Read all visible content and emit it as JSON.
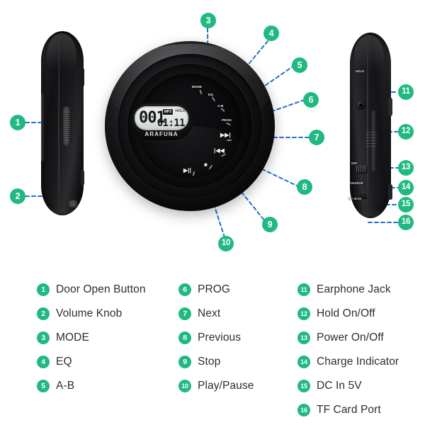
{
  "product": {
    "brand": "ARAFUNA",
    "type": "portable-cd-player-diagram"
  },
  "colors": {
    "badge_green": "#20b981",
    "leader_blue": "#1f6fd0",
    "legend_text": "#2e2e2e",
    "background": "#ffffff"
  },
  "display": {
    "track_number": "001",
    "time": "01:11",
    "mp3_indicator": "MP3",
    "hold_indicator": "HOLD",
    "brand_label": "ARAFUNA"
  },
  "face_buttons": [
    {
      "key": "mode",
      "label": "MODE"
    },
    {
      "key": "eq",
      "label": "EQ"
    },
    {
      "key": "ab",
      "label": "A-B"
    },
    {
      "key": "prog",
      "label": "PROG"
    },
    {
      "key": "next",
      "label": "▶▶|"
    },
    {
      "key": "previous",
      "label": "|◀◀"
    },
    {
      "key": "stop",
      "label": "■"
    },
    {
      "key": "play_pause",
      "label": "▶||"
    }
  ],
  "side_labels": {
    "hold_switch": "HOLD",
    "power_switch": "OFF",
    "charge": "CHARGE",
    "dc_in": "DC IN 5V"
  },
  "callouts": [
    {
      "number": "1",
      "view": "left-side"
    },
    {
      "number": "2",
      "view": "left-side"
    },
    {
      "number": "3",
      "view": "front"
    },
    {
      "number": "4",
      "view": "front"
    },
    {
      "number": "5",
      "view": "front"
    },
    {
      "number": "6",
      "view": "front"
    },
    {
      "number": "7",
      "view": "front"
    },
    {
      "number": "8",
      "view": "front"
    },
    {
      "number": "9",
      "view": "front"
    },
    {
      "number": "10",
      "view": "front"
    },
    {
      "number": "11",
      "view": "right-side"
    },
    {
      "number": "12",
      "view": "right-side"
    },
    {
      "number": "13",
      "view": "right-side"
    },
    {
      "number": "14",
      "view": "right-side"
    },
    {
      "number": "15",
      "view": "right-side"
    },
    {
      "number": "16",
      "view": "right-side"
    }
  ],
  "legend": {
    "columns": [
      {
        "items": [
          {
            "number": "1",
            "label": "Door Open Button"
          },
          {
            "number": "2",
            "label": "Volume Knob"
          },
          {
            "number": "3",
            "label": "MODE"
          },
          {
            "number": "4",
            "label": "EQ"
          },
          {
            "number": "5",
            "label": "A-B"
          }
        ]
      },
      {
        "items": [
          {
            "number": "6",
            "label": "PROG"
          },
          {
            "number": "7",
            "label": "Next"
          },
          {
            "number": "8",
            "label": "Previous"
          },
          {
            "number": "9",
            "label": "Stop"
          },
          {
            "number": "10",
            "label": "Play/Pause"
          }
        ]
      },
      {
        "items": [
          {
            "number": "11",
            "label": "Earphone Jack"
          },
          {
            "number": "12",
            "label": "Hold On/Off"
          },
          {
            "number": "13",
            "label": "Power On/Off"
          },
          {
            "number": "14",
            "label": "Charge Indicator"
          },
          {
            "number": "15",
            "label": "DC In 5V"
          },
          {
            "number": "16",
            "label": "TF Card Port"
          }
        ]
      }
    ]
  }
}
